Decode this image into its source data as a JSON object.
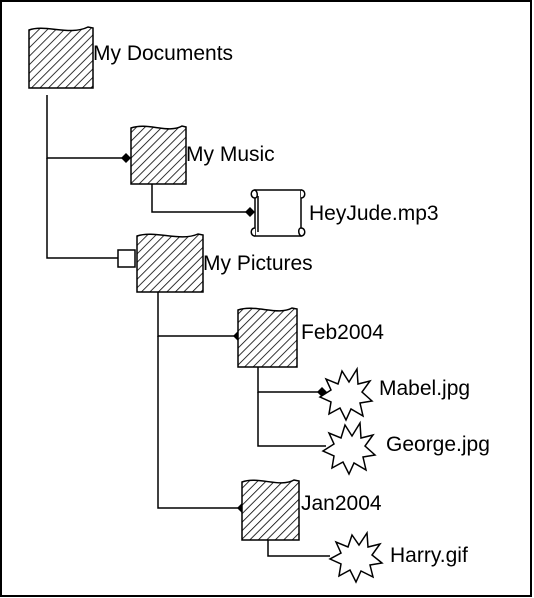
{
  "tree": {
    "root": {
      "label": "My Documents",
      "icon": "folder-icon"
    },
    "music": {
      "label": "My Music",
      "icon": "folder-icon",
      "connector": "filled-diamond"
    },
    "heyjude": {
      "label": "HeyJude.mp3",
      "icon": "audio-file-icon",
      "connector": "filled-diamond"
    },
    "pictures": {
      "label": "My Pictures",
      "icon": "folder-icon",
      "connector": "hollow-square"
    },
    "feb2004": {
      "label": "Feb2004",
      "icon": "folder-icon",
      "connector": "filled-diamond"
    },
    "mabel": {
      "label": "Mabel.jpg",
      "icon": "image-file-icon",
      "connector": "filled-diamond"
    },
    "george": {
      "label": "George.jpg",
      "icon": "image-file-icon",
      "connector": "none"
    },
    "jan2004": {
      "label": "Jan2004",
      "icon": "folder-icon",
      "connector": "filled-diamond"
    },
    "harry": {
      "label": "Harry.gif",
      "icon": "image-file-icon",
      "connector": "none"
    }
  },
  "colors": {
    "line": "#000000",
    "hatch": "#000000",
    "background": "#ffffff"
  }
}
